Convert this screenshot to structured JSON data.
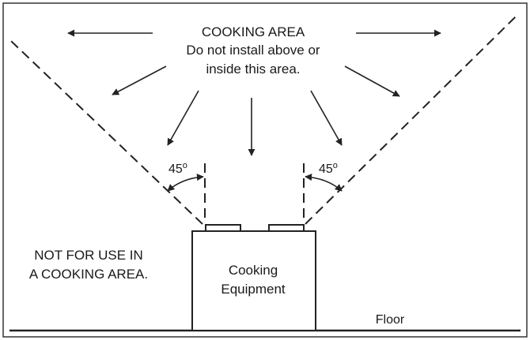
{
  "diagram": {
    "cooking_area": {
      "title": "COOKING AREA",
      "line1": "Do not install above or",
      "line2": "inside this area."
    },
    "angle_left": "45",
    "angle_right": "45",
    "degree_symbol": "o",
    "warning": {
      "line1": "NOT FOR USE IN",
      "line2": "A COOKING AREA."
    },
    "equipment": {
      "line1": "Cooking",
      "line2": "Equipment"
    },
    "floor_label": "Floor",
    "colors": {
      "line": "#222222",
      "text": "#1a1a1a",
      "background": "#ffffff"
    },
    "icons": [
      "arrow-icon",
      "angle-arc-icon"
    ]
  }
}
